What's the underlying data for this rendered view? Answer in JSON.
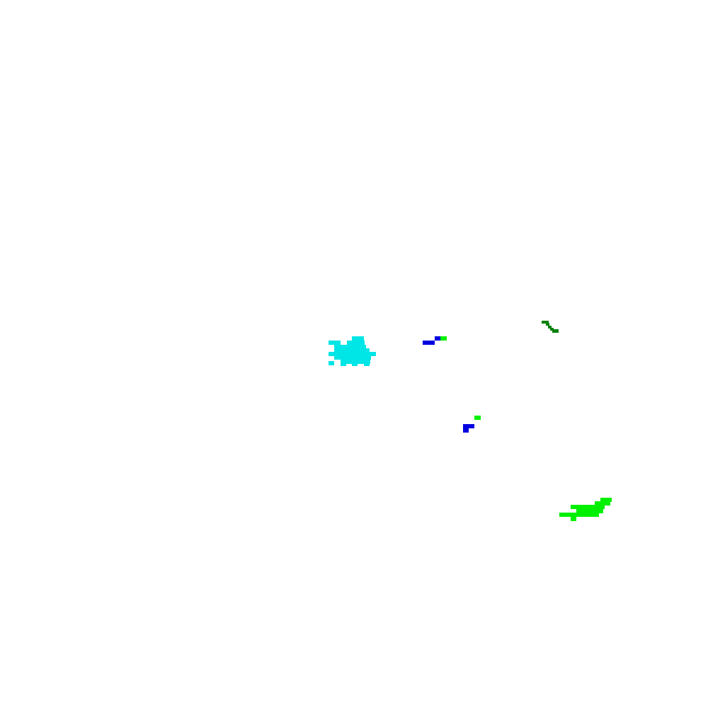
{
  "map": {
    "background": "#ffffff",
    "layers": [
      {
        "name": "cyan-cluster",
        "color": "#00e5e5"
      },
      {
        "name": "blue-patch",
        "color": "#0000e0"
      },
      {
        "name": "light-green-patch",
        "color": "#00f000"
      },
      {
        "name": "dark-green-patch",
        "color": "#008000"
      }
    ]
  }
}
